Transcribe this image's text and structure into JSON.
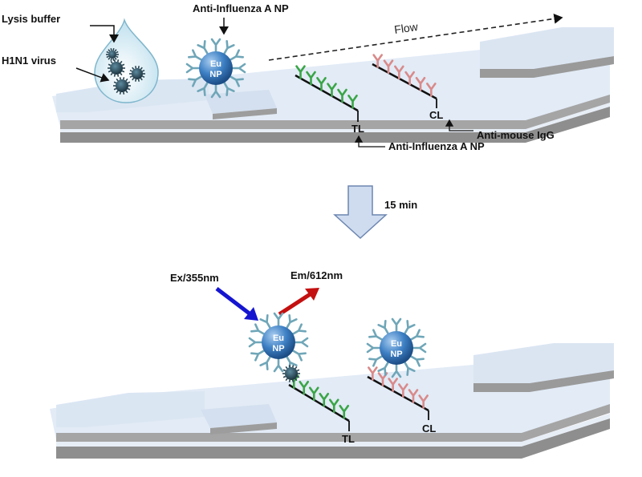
{
  "top_panel": {
    "lysis_buffer": "Lysis buffer",
    "virus": "H1N1 virus",
    "conjugate": "Anti-Influenza A  NP",
    "flow": "Flow",
    "test_line": "TL",
    "control_line": "CL",
    "control_antibody": "Anti-mouse  IgG",
    "test_antibody": "Anti-Influenza A NP",
    "np_line1": "Eu",
    "np_line2": "NP"
  },
  "transition": {
    "time": "15 min"
  },
  "bottom_panel": {
    "excitation": "Ex/355nm",
    "emission": "Em/612nm",
    "test_line": "TL",
    "control_line": "CL",
    "np_line1": "Eu",
    "np_line2": "NP"
  },
  "colors": {
    "strip_top": "#dfe9f5",
    "strip_side": "#9a9a9a",
    "nanoparticle": "#3d80c4",
    "antibody": "#6fa6b8",
    "test_antibody": "#3aa547",
    "control_antibody": "#d98a8a",
    "excitation_arrow": "#1515d0",
    "emission_arrow": "#c41010",
    "process_arrow": "#cfdcf0"
  }
}
